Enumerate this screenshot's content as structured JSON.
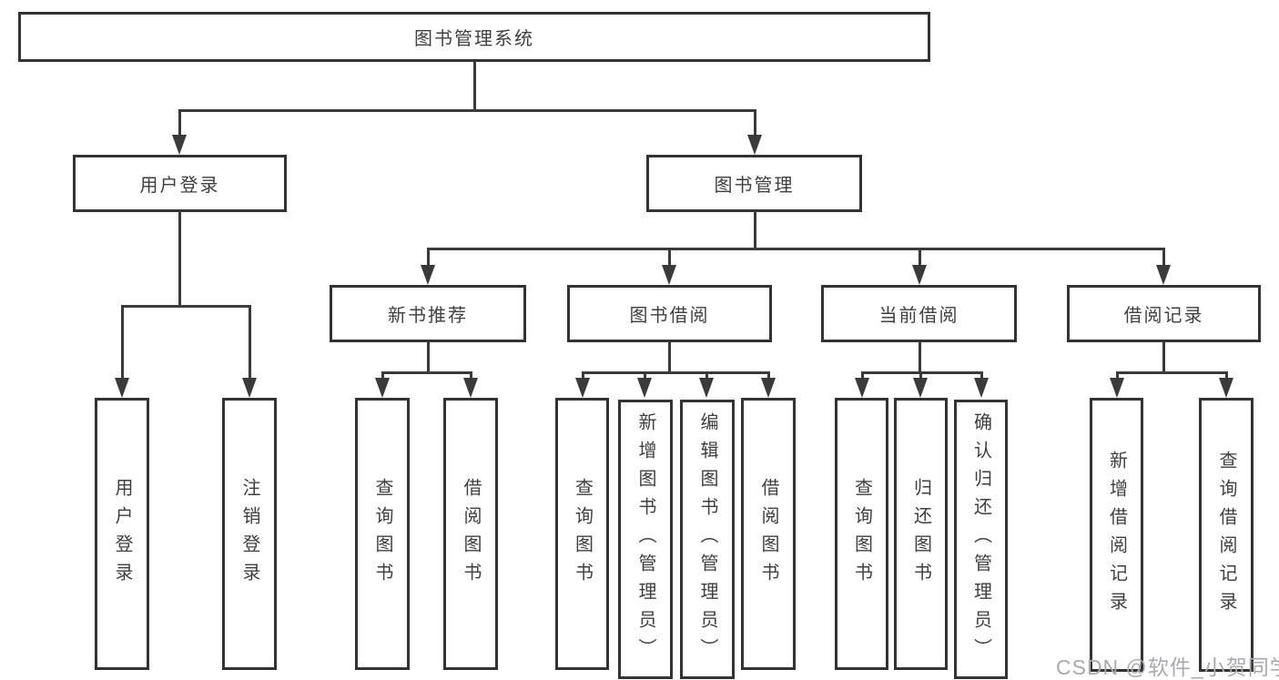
{
  "tree": {
    "label": "图书管理系统",
    "children": [
      {
        "label": "用户登录",
        "children": [
          {
            "label": "用户登录"
          },
          {
            "label": "注销登录"
          }
        ]
      },
      {
        "label": "图书管理",
        "children": [
          {
            "label": "新书推荐",
            "children": [
              {
                "label": "查询图书"
              },
              {
                "label": "借阅图书"
              }
            ]
          },
          {
            "label": "图书借阅",
            "children": [
              {
                "label": "查询图书"
              },
              {
                "label": "新增图书（管理员）"
              },
              {
                "label": "编辑图书（管理员）"
              },
              {
                "label": "借阅图书"
              }
            ]
          },
          {
            "label": "当前借阅",
            "children": [
              {
                "label": "查询图书"
              },
              {
                "label": "归还图书"
              },
              {
                "label": "确认归还（管理员）"
              }
            ]
          },
          {
            "label": "借阅记录",
            "children": [
              {
                "label": "新增借阅记录"
              },
              {
                "label": "查询借阅记录"
              }
            ]
          }
        ]
      }
    ]
  },
  "colors": {
    "line": "#3a3a3a",
    "box_border": "#333333",
    "text": "#3f3f3f",
    "background": "#ffffff",
    "watermark": "#a9a9b4"
  },
  "watermark": {
    "text": "CSDN @软件_小贺同学"
  }
}
